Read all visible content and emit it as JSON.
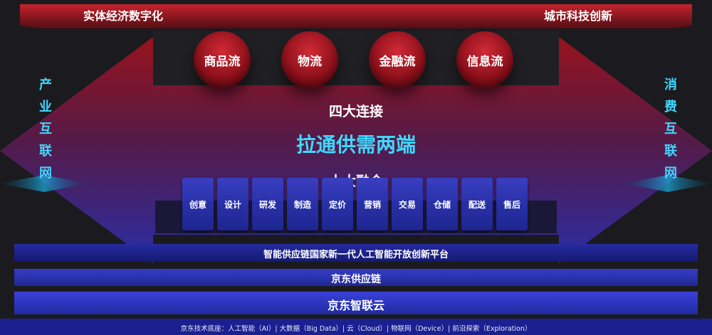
{
  "top": {
    "left_label": "实体经济数字化",
    "right_label": "城市科技创新"
  },
  "side": {
    "left": [
      "产",
      "业",
      "互",
      "联",
      "网"
    ],
    "right": [
      "消",
      "费",
      "互",
      "联",
      "网"
    ]
  },
  "flows": [
    "商品流",
    "物流",
    "金融流",
    "信息流"
  ],
  "connections_title": "四大连接",
  "headline": "拉通供需两端",
  "fusion_title": "十大融合",
  "fusion_items": [
    "创意",
    "设计",
    "研发",
    "制造",
    "定价",
    "营销",
    "交易",
    "仓储",
    "配送",
    "售后"
  ],
  "layers": {
    "platform": "智能供应链国家新一代人工智能开放创新平台",
    "supply_chain": "京东供应链",
    "cloud": "京东智联云"
  },
  "footer": "京东技术底座：人工智能（AI）| 大数据（Big Data）| 云（Cloud）| 物联网（Device）| 前沿探索（Exploration）",
  "colors": {
    "accent_cyan": "#3fd8ff",
    "red": "#c5202c",
    "blue": "#2b34b8"
  }
}
